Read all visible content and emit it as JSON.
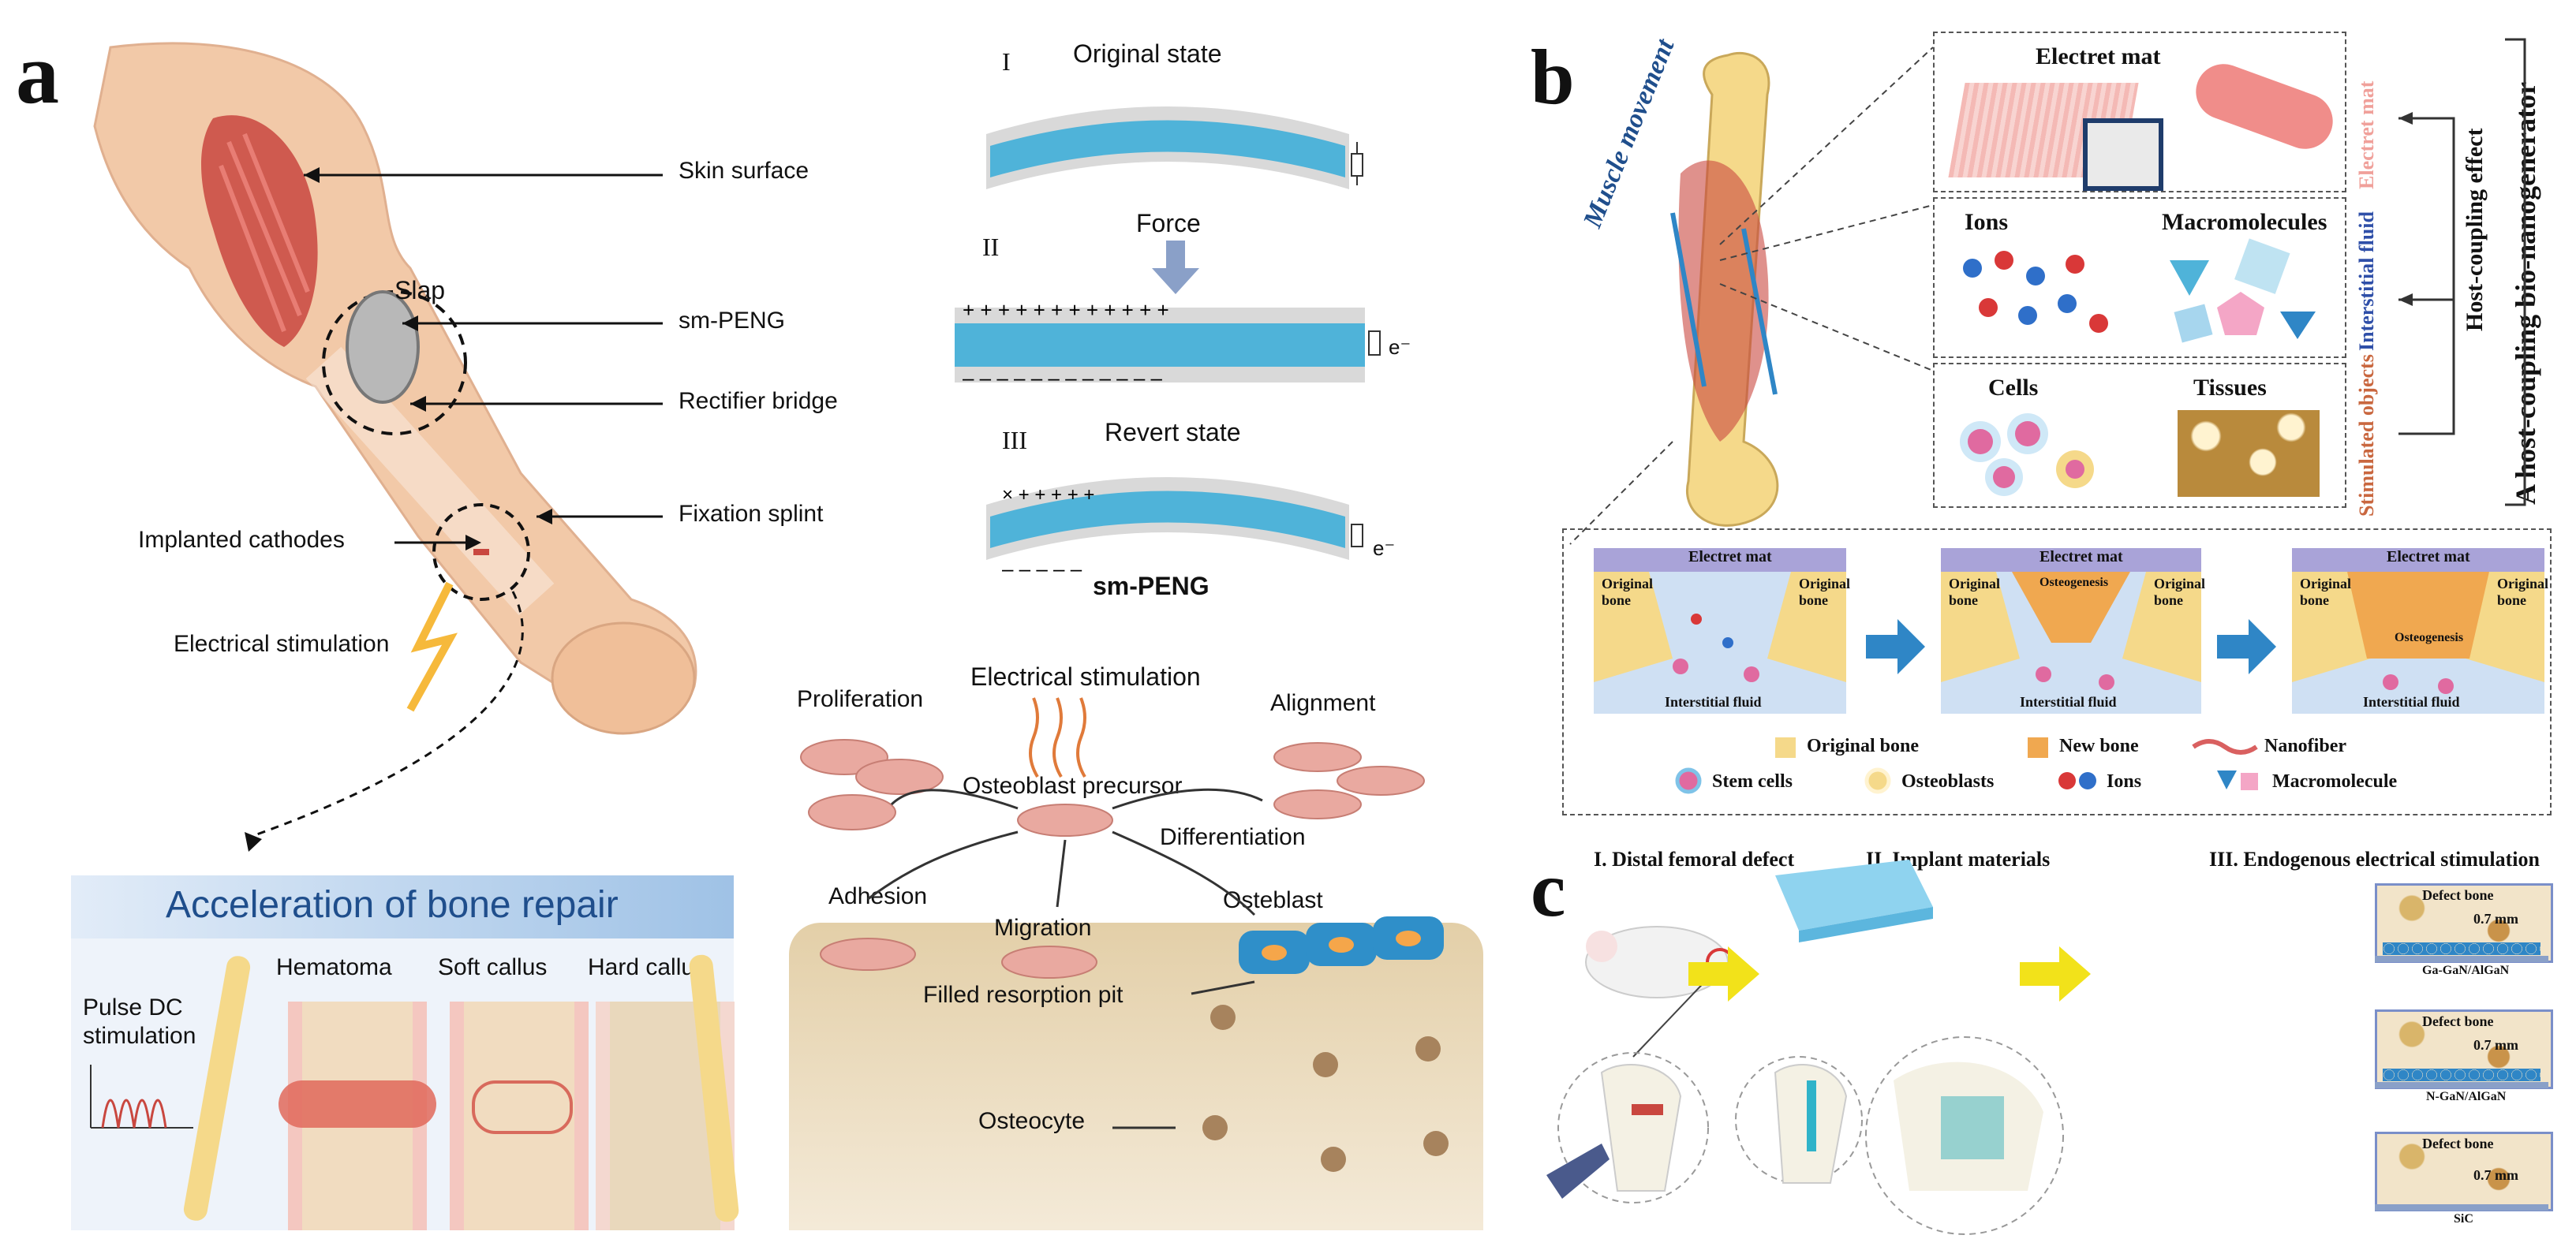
{
  "panel_a": {
    "letter": "a",
    "arm_labels": {
      "skin": "Skin surface",
      "slap": "Slap",
      "smpeng": "sm-PENG",
      "rectifier": "Rectifier bridge",
      "splint": "Fixation splint",
      "cathodes": "Implanted cathodes",
      "estim": "Electrical stimulation"
    },
    "states": {
      "s1_num": "I",
      "s1_title": "Original state",
      "force": "Force",
      "s2_num": "II",
      "s3_num": "III",
      "s3_title": "Revert state",
      "caption": "sm-PENG",
      "electron": "e⁻"
    },
    "repair": {
      "banner": "Acceleration of bone repair",
      "pulse": "Pulse DC\nstimulation",
      "hematoma": "Hematoma",
      "soft": "Soft callus",
      "hard": "Hard callus"
    },
    "cells": {
      "estim": "Electrical stimulation",
      "prolif": "Proliferation",
      "align": "Alignment",
      "precursor": "Osteoblast precursor",
      "diff": "Differentiation",
      "adhesion": "Adhesion",
      "migration": "Migration",
      "osteblast": "Osteblast",
      "pit": "Filled resorption pit",
      "osteocyte": "Osteocyte"
    }
  },
  "panel_b": {
    "letter": "b",
    "muscle": "Muscle movement",
    "electret_mat": "Electret mat",
    "ions": "Ions",
    "macro": "Macromolecules",
    "cells": "Cells",
    "tissues": "Tissues",
    "side_electret": "Electret mat",
    "side_interstitial": "Interstitial fluid",
    "side_stim": "Stimulated objects",
    "host_effect": "Host-coupling effect",
    "host_title": "A host-coupling bio-nanogenerator",
    "stage": {
      "mat": "Electret mat",
      "orig": "Original bone",
      "osteogenesis": "Osteogenesis",
      "fluid": "Interstitial fluid"
    },
    "legend": {
      "original_bone": "Original bone",
      "new_bone": "New bone",
      "nanofiber": "Nanofiber",
      "stem": "Stem cells",
      "osteoblasts": "Osteoblasts",
      "ions": "Ions",
      "macromolecule": "Macromolecule"
    }
  },
  "panel_c": {
    "letter": "c",
    "step1": "I. Distal femoral defect",
    "step2": "II.   Implant materials",
    "step3": "III. Endogenous electrical stimulation",
    "defect": "Defect bone",
    "thickness": "0.7 mm",
    "mat1": "Ga-GaN/AlGaN",
    "mat2": "N-GaN/AlGaN",
    "mat3": "SiC"
  },
  "colors": {
    "blue_band": "#4fb3d9",
    "skin": "#f2c9a8",
    "muscle": "#c9473f",
    "bone_yellow": "#f5d98a",
    "cell_pink": "#e9a9a0",
    "arrow_blue": "#2f86c6",
    "arrow_yellow": "#f2e21a"
  }
}
